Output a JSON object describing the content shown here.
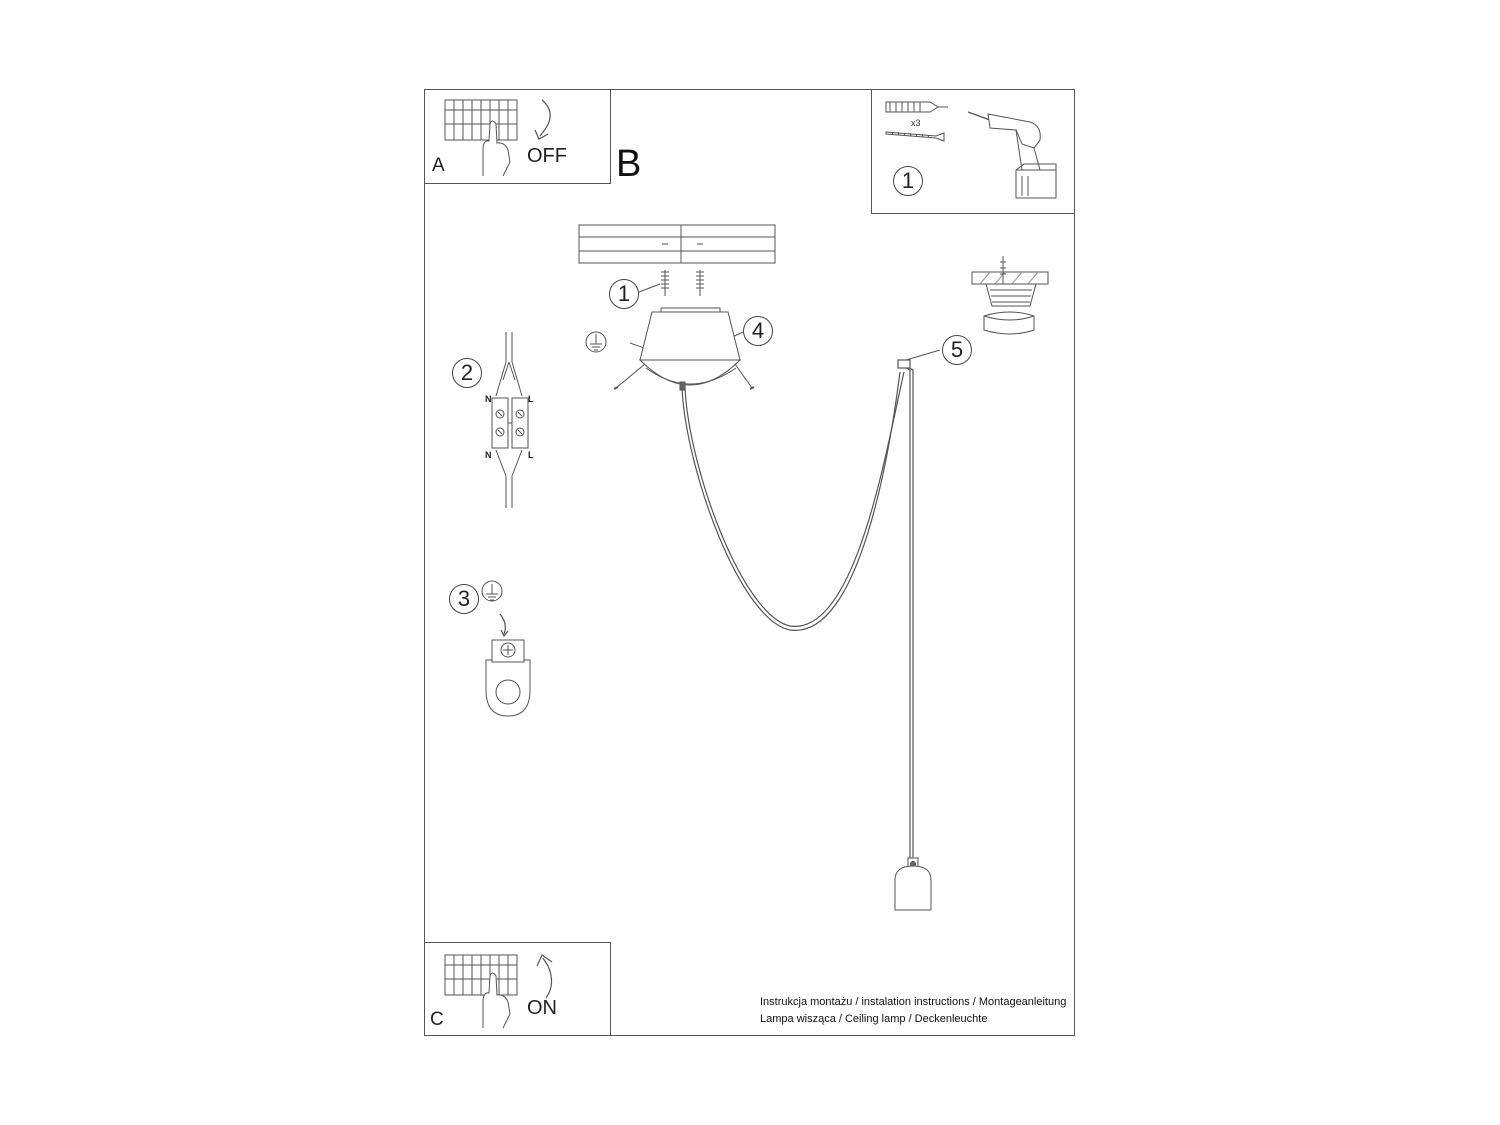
{
  "steps": {
    "switch_off": {
      "letter": "A",
      "state_label": "OFF"
    },
    "assembly": {
      "letter": "B"
    },
    "switch_on": {
      "letter": "C",
      "state_label": "ON"
    }
  },
  "tools": {
    "anchor_quantity": "x3",
    "step_number": "1"
  },
  "callouts": {
    "screws": "1",
    "connector": "2",
    "ground": "3",
    "canopy": "4",
    "cable_grip": "5"
  },
  "connector_labels": {
    "neutral": "N",
    "live": "L"
  },
  "footer": {
    "line1": "Instrukcja montażu / instalation instructions / Montageanleitung",
    "line2": "Lampa wisząca / Ceiling lamp / Deckenleuchte"
  },
  "colors": {
    "line": "#555555",
    "text": "#222222",
    "background": "#ffffff"
  },
  "icons": [
    "breaker-panel-icon",
    "hand-icon",
    "curved-arrow-icon",
    "wall-plug-icon",
    "screw-icon",
    "drill-icon",
    "ground-symbol-icon",
    "terminal-block-icon",
    "ground-terminal-icon",
    "ceiling-canopy-icon",
    "lamp-holder-icon"
  ]
}
